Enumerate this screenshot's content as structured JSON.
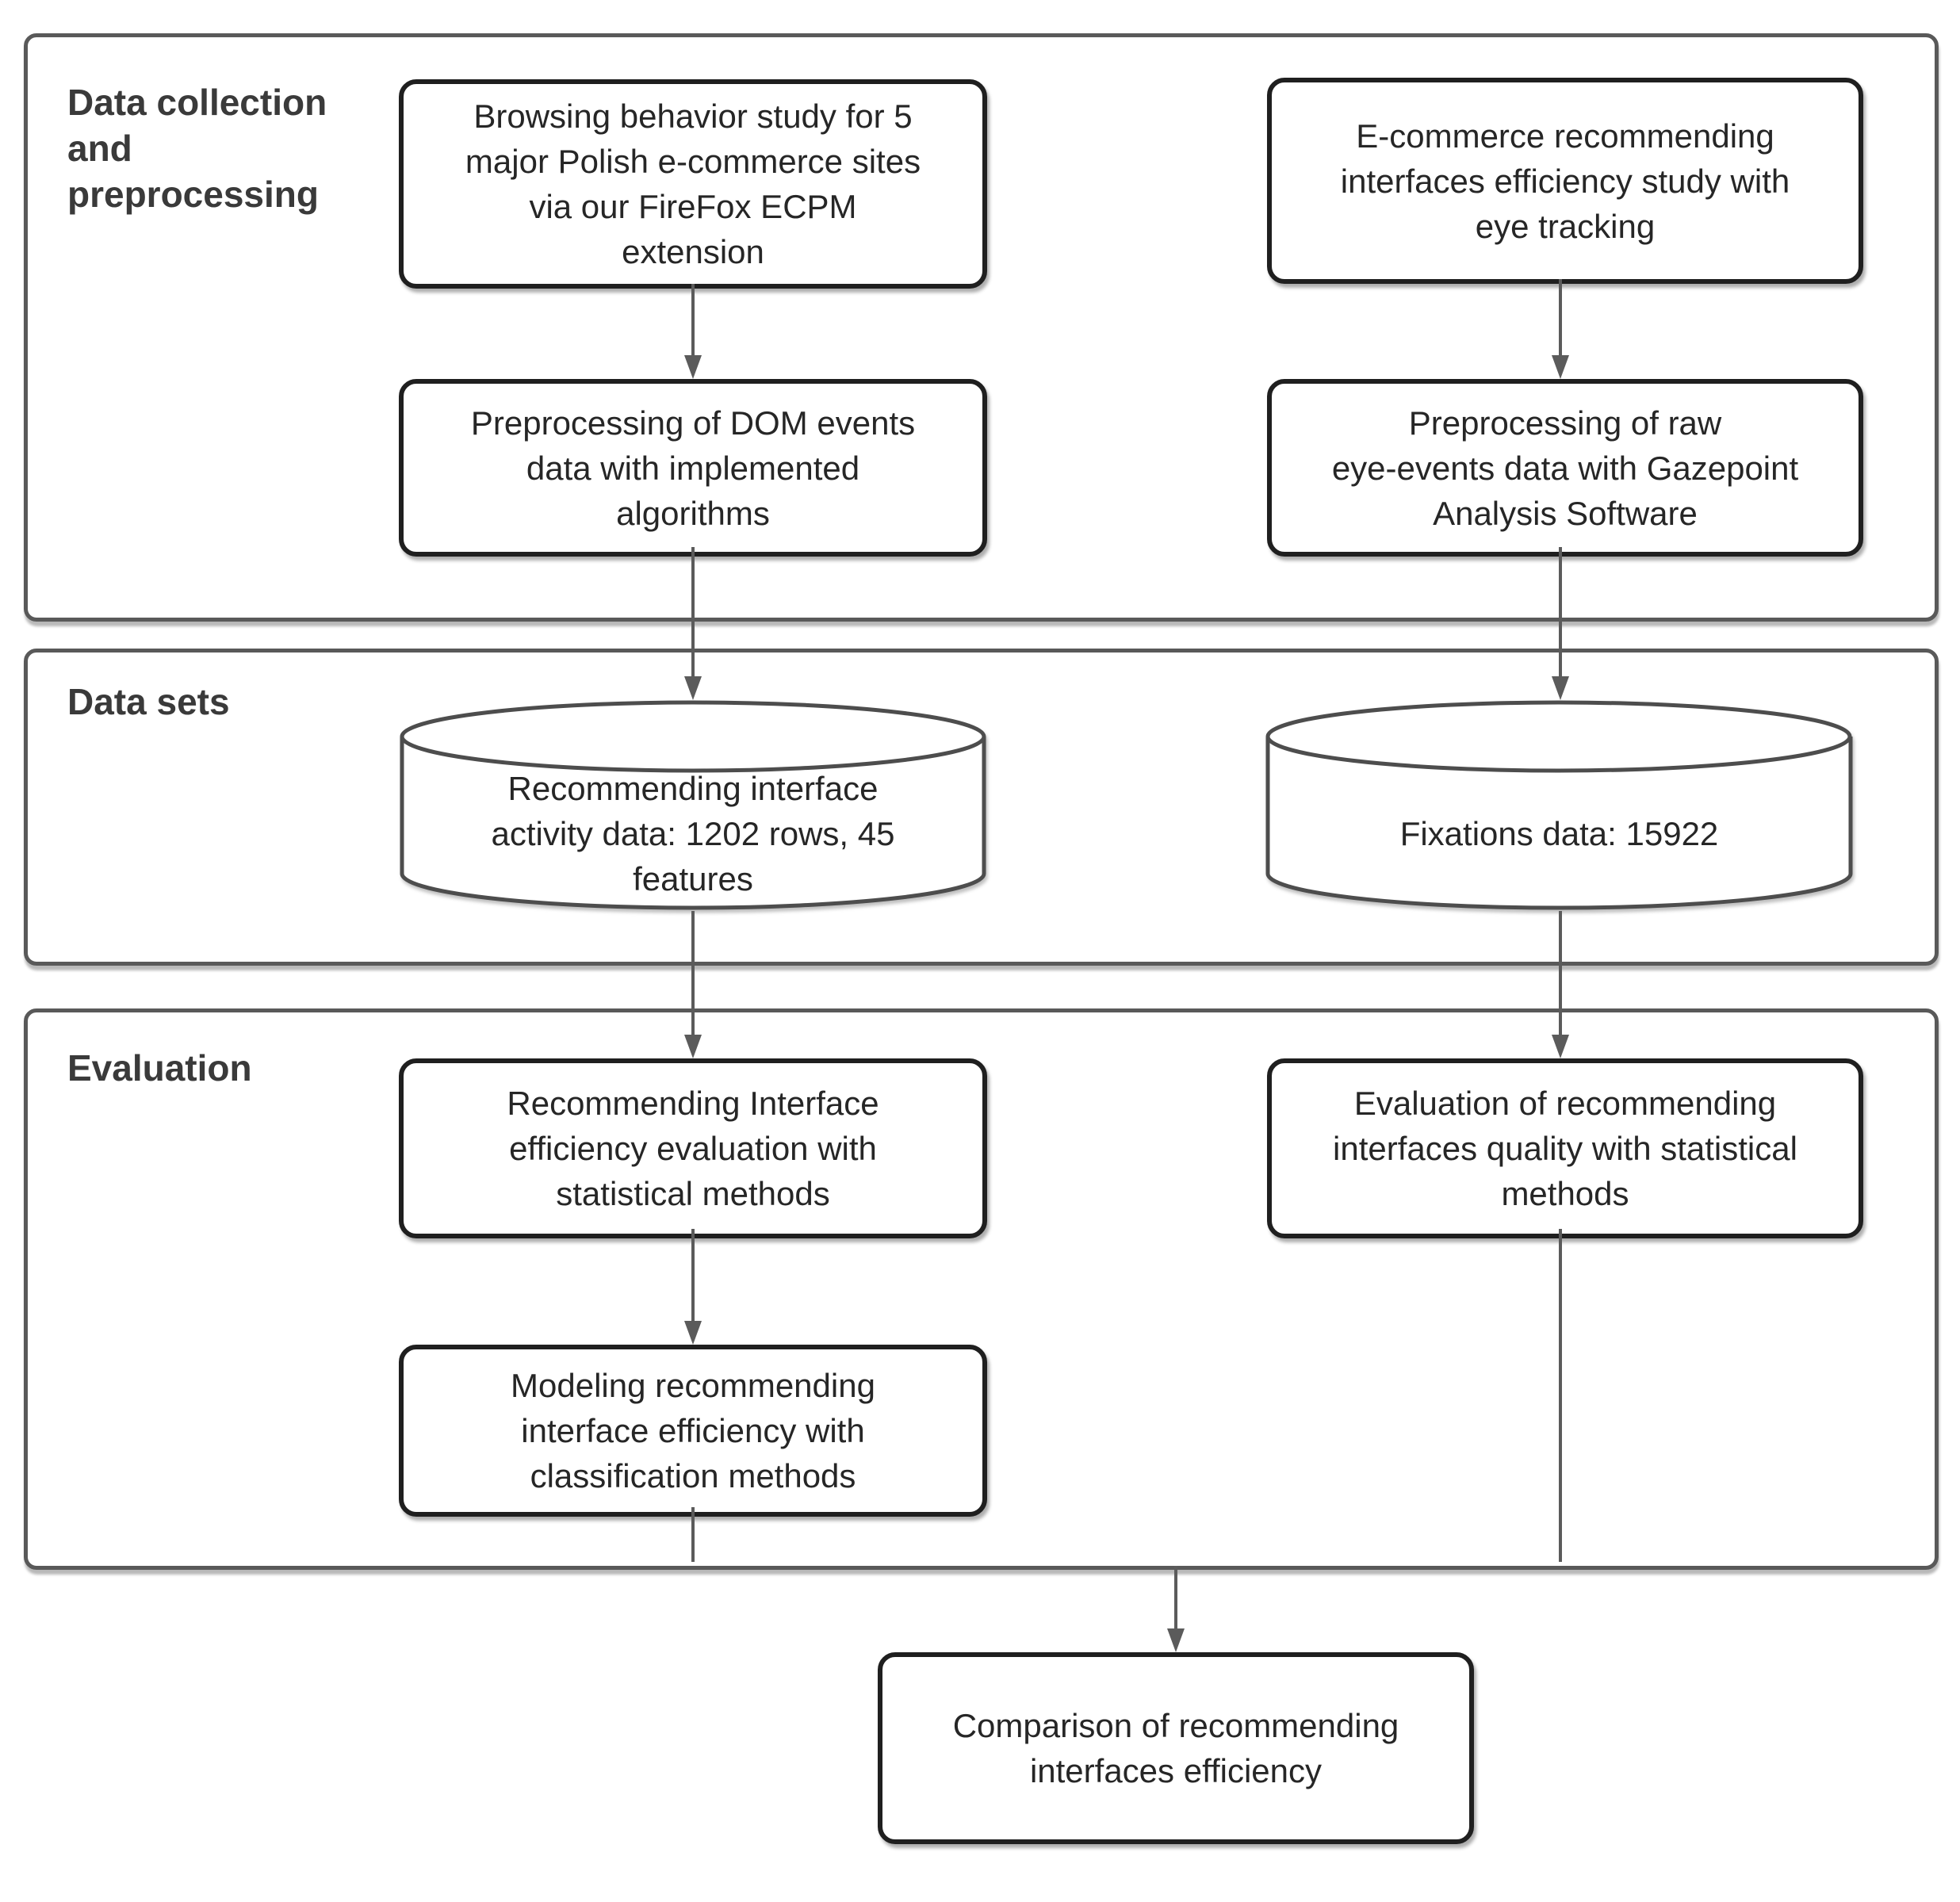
{
  "diagram": {
    "sections": {
      "collection": {
        "label": "Data collection\nand\npreprocessing"
      },
      "datasets": {
        "label": "Data sets"
      },
      "evaluation": {
        "label": "Evaluation"
      }
    },
    "nodes": {
      "browsing_study": {
        "text": "Browsing behavior study for 5\nmajor Polish e-commerce sites\nvia our FireFox ECPM\nextension"
      },
      "eye_tracking_study": {
        "text": "E-commerce recommending\ninterfaces efficiency study with\neye tracking"
      },
      "dom_preprocessing": {
        "text": "Preprocessing of DOM events\ndata with implemented\nalgorithms"
      },
      "eye_preprocessing": {
        "text": "Preprocessing of raw\neye-events data with Gazepoint\nAnalysis Software"
      },
      "activity_dataset": {
        "text": "Recommending interface\nactivity data: 1202 rows, 45\nfeatures"
      },
      "fixations_dataset": {
        "text": "Fixations data: 15922"
      },
      "statistical_evaluation": {
        "text": "Recommending Interface\nefficiency evaluation with\nstatistical methods"
      },
      "quality_evaluation": {
        "text": "Evaluation of recommending\ninterfaces quality with statistical\nmethods"
      },
      "classification_modeling": {
        "text": "Modeling recommending\ninterface efficiency with\nclassification methods"
      },
      "comparison": {
        "text": "Comparison of recommending\ninterfaces efficiency"
      }
    },
    "colors": {
      "box_border": "#1f1f1f",
      "container_border": "#595959",
      "cylinder_border": "#4d4d4d",
      "connector": "#5b5b5b",
      "text": "#262626",
      "label_text": "#3a3a3a",
      "background": "#ffffff"
    }
  }
}
